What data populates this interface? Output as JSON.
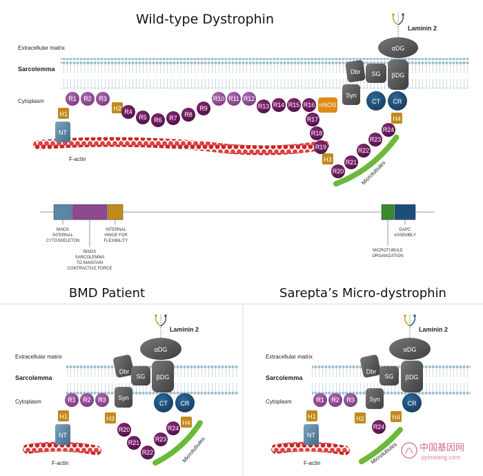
{
  "titles": {
    "wild_type": "Wild-type Dystrophin",
    "bmd": "BMD Patient",
    "micro": "Sarepta’s Micro-dystrophin"
  },
  "labels": {
    "ecm": "Extracellular matrix",
    "sarcolemma": "Sarcolemma",
    "cytoplasm": "Cytoplasm",
    "factin": "F-actin",
    "microtubules": "Microtubules",
    "laminin": "Laminin 2"
  },
  "proteins": {
    "adg": "αDG",
    "bdg": "βDG",
    "dbr": "Dbr",
    "sg": "SG",
    "syn": "Syn",
    "ct": "CT",
    "cr": "CR",
    "nt": "NT",
    "nnos": "nNOS"
  },
  "domains": {
    "h1": "H1",
    "h2": "H2",
    "h3": "H3",
    "h4": "H4",
    "r1": "R1",
    "r2": "R2",
    "r3": "R3",
    "r4": "R4",
    "r5": "R5",
    "r6": "R6",
    "r7": "R7",
    "r8": "R8",
    "r9": "R9",
    "r10": "R10",
    "r11": "R11",
    "r12": "R12",
    "r13": "R13",
    "r14": "R14",
    "r15": "R15",
    "r16": "R16",
    "r17": "R17",
    "r18": "R18",
    "r19": "R19",
    "r20": "R20",
    "r21": "R21",
    "r22": "R22",
    "r23": "R23",
    "r24": "R24"
  },
  "legend": {
    "cytoskeleton": [
      "BINDS",
      "INTERNAL",
      "CYTOSKELETON"
    ],
    "sarcolemma": [
      "BINDS",
      "SARCOLEMMA",
      "TO MAINTAIN",
      "CONTRACTILE FORCE"
    ],
    "hinge": [
      "INTERNAL",
      "HINGE FOR",
      "FLEXIBILITY"
    ],
    "microtubule": [
      "MICROTUBULE",
      "ORGANIZATION"
    ],
    "dapc": [
      "DAPC",
      "ASSEMBLY"
    ]
  },
  "watermark": {
    "cn": "中国基因网",
    "url": "jiyinwang.com"
  },
  "colors": {
    "rod": "#5e1250",
    "rod_light": "#8e4a8e",
    "hinge": "#c08a1c",
    "nt": "#5c86a3",
    "ct": "#1d4e78",
    "gray_protein": "#5a5a5a",
    "actin": "#d93a3a",
    "microtubule": "#6cb83a",
    "nnos": "#e08a16",
    "membrane": "#bcd6e0"
  }
}
